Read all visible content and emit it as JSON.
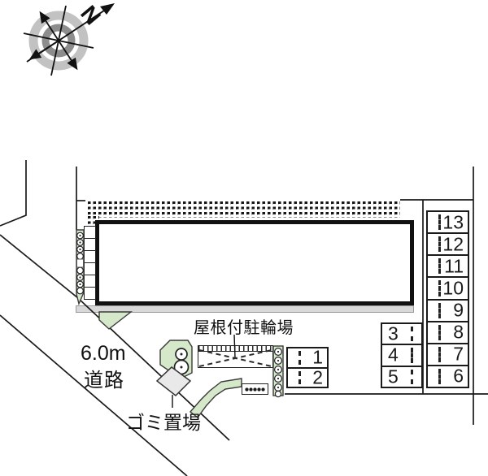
{
  "compass": {
    "north_label": "N"
  },
  "road": {
    "width_label": "6.0m",
    "name_label": "道路"
  },
  "labels": {
    "covered_bicycle_parking": "屋根付駐輪場",
    "garbage_area": "ゴミ置場"
  },
  "parking": {
    "left_block": [
      "1",
      "2"
    ],
    "mid_column": [
      "3",
      "4",
      "5"
    ],
    "right_column": [
      "13",
      "12",
      "11",
      "10",
      "9",
      "8",
      "7",
      "6"
    ]
  },
  "colors": {
    "landscape_green": "#d5e8ca",
    "pavement_gray": "#d8d8d8",
    "line_black": "#1a1a1a"
  }
}
